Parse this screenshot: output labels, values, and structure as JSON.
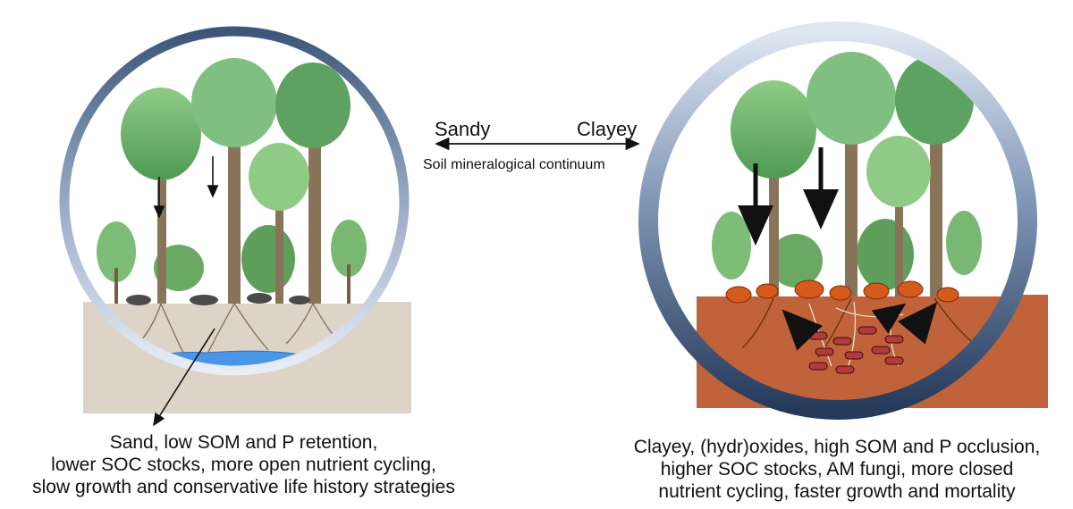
{
  "continuum": {
    "left_label": "Sandy",
    "right_label": "Clayey",
    "caption": "Soil mineralogical continuum"
  },
  "left_panel": {
    "caption_lines": [
      "Sand, low SOM and P retention,",
      "lower SOC stocks, more open nutrient cycling,",
      "slow growth and conservative life history strategies"
    ],
    "colors": {
      "soil": "#ddd3c6",
      "water": "#4a95e6",
      "ring": "#6f87a8"
    }
  },
  "right_panel": {
    "caption_lines": [
      "Clayey, (hydr)oxides, high SOM and P occlusion,",
      "higher SOC stocks, AM fungi, more closed",
      "nutrient cycling, faster growth and mortality"
    ],
    "colors": {
      "soil": "#c0633a",
      "aggregates": "#d65a1c",
      "ring": "#3b5575"
    }
  }
}
